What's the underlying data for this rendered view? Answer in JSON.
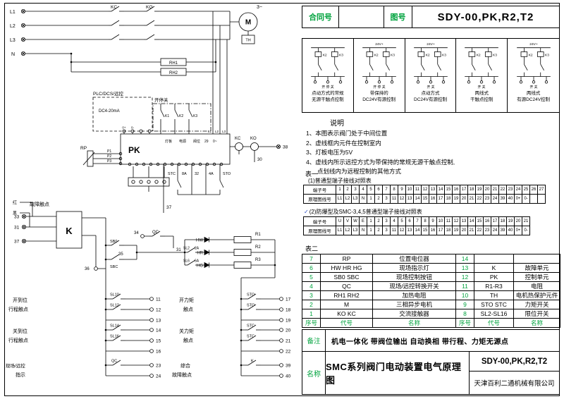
{
  "colors": {
    "green": "#00a33e",
    "check_blue": "#2b50c8",
    "line": "#000000"
  },
  "header": {
    "contract": "合同号",
    "contract_value": "",
    "tuhao": "图号",
    "dwg": "SDY-00,PK,R2,T2"
  },
  "modes": {
    "cols": [
      {
        "r1": "K2",
        "r2": "K3",
        "supply": "",
        "btn": "开 停 关",
        "c1": "点动方式的常规",
        "c2": "无源干触点控制"
      },
      {
        "r1": "K2",
        "r2": "K3",
        "supply": "24V+",
        "btn": "开 停 关",
        "c1": "带保持的",
        "c2": "DC24V有源控制"
      },
      {
        "r1": "K2",
        "r2": "K3",
        "supply": "24V+",
        "btn": "开 关",
        "c1": "点动方式",
        "c2": "DC24V有源控制"
      },
      {
        "r1": "K2",
        "r2": "K3",
        "supply": "",
        "btn": "开 关",
        "c1": "两线式",
        "c2": "干触点控制"
      },
      {
        "r1": "K2",
        "r2": "K3",
        "supply": "24V+",
        "btn": "开 关",
        "c1": "两线式",
        "c2": "有源DC24V控制"
      }
    ]
  },
  "notes": {
    "title": "说明",
    "lines": [
      "1、本图表示阀门处于中间位置",
      "2、虚线框内元件在控制室内",
      "3、灯板电压为5V",
      "4、虚线内所示远控方式为带保持的常规无源干触点控制,",
      "点划线内为远程控制的其他方式"
    ]
  },
  "table1": {
    "label": "表一",
    "capA": "(1)普通型端子接线对照表",
    "check": "✓",
    "capB": "(2)防爆型及SMC-3,4,5普通型端子接线对照表",
    "tableA": [
      [
        "端子号",
        "1",
        "2",
        "3",
        "4",
        "5",
        "6",
        "7",
        "8",
        "9",
        "10",
        "11",
        "12",
        "13",
        "14",
        "15",
        "16",
        "17",
        "18",
        "19",
        "20",
        "21",
        "22",
        "23",
        "24",
        "25",
        "26",
        "27"
      ],
      [
        "原理图线号",
        "L1",
        "L2",
        "L3",
        "N",
        "1",
        "2",
        "3",
        "11",
        "12",
        "13",
        "14",
        "15",
        "16",
        "17",
        "18",
        "19",
        "20",
        "21",
        "22",
        "23",
        "24",
        "39",
        "40",
        "0+",
        "0-",
        "",
        ""
      ]
    ],
    "tableB": [
      [
        "端子号",
        "U",
        "V",
        "W",
        "E",
        "1",
        "2",
        "3",
        "4",
        "5",
        "6",
        "7",
        "8",
        "9",
        "10",
        "11",
        "12",
        "13",
        "14",
        "15",
        "16",
        "17",
        "18",
        "19",
        "20",
        "21"
      ],
      [
        "原理图线号",
        "L1",
        "L2",
        "L3",
        "N",
        "1",
        "2",
        "3",
        "11",
        "12",
        "13",
        "14",
        "15",
        "16",
        "17",
        "18",
        "19",
        "20",
        "21",
        "22",
        "23",
        "24",
        "39",
        "40",
        "0+",
        "0-"
      ]
    ]
  },
  "table2": {
    "label": "表二",
    "rows": [
      [
        "7",
        "RP",
        "位置电位器",
        "14",
        "",
        ""
      ],
      [
        "6",
        "HW HR HG",
        "现场指示灯",
        "13",
        "K",
        "故障单元"
      ],
      [
        "5",
        "SB0 SBC",
        "现场控制按钮",
        "12",
        "PK",
        "控制单元"
      ],
      [
        "4",
        "QC",
        "现场/远控转换开关",
        "11",
        "R1-R3",
        "电阻"
      ],
      [
        "3",
        "RH1 RH2",
        "加热电阻",
        "10",
        "TH",
        "电机热保护元件"
      ],
      [
        "2",
        "M",
        "三相异步电机",
        "9",
        "STO STC",
        "力矩开关"
      ],
      [
        "1",
        "KO KC",
        "交流接触器",
        "8",
        "SL2-SL16",
        "限位开关"
      ],
      [
        "序号",
        "代号",
        "名称",
        "序号",
        "代号",
        "名称"
      ]
    ]
  },
  "remarks": {
    "label": "备注",
    "text": "机电一体化 带阀位输出 自动换相 带行程、力矩无源点"
  },
  "titleblock": {
    "label": "名称",
    "title": "SMC系列阀门电动装置电气原理图",
    "drawing_no": "SDY-00,PK,R2,T2",
    "company": "天津百利二通机械有限公司"
  },
  "sch": {
    "L1": "L1",
    "L2": "L2",
    "L3": "L3",
    "N": "N",
    "KC": "KC",
    "KO": "KO",
    "phase": "3~",
    "M": "M",
    "TH": "TH",
    "RH1": "RH1",
    "RH2": "RH2",
    "plc": "PLC/DCS/远控",
    "dc420": "DC4-20mA",
    "ksg": "开停关",
    "K1": "K1",
    "K2": "K2",
    "K3": "K3",
    "pL1": "L1",
    "pL2": "L2",
    "pL3": "L3",
    "zp": "0+",
    "zm": "0-",
    "PK": "PK",
    "dengban": "灯板",
    "dianyuan": "电源",
    "fawei": "阀位",
    "n29": "29",
    "n0t": "0~",
    "RP": "RP",
    "P1": "P1",
    "P2": "P2",
    "P3": "P3",
    "cKC": "KC",
    "cKO": "KO",
    "n38": "38",
    "n30": "30",
    "STC": "STC",
    "a8": "8A",
    "n32": "32",
    "a4": "4A",
    "STO": "STO",
    "n37": "37",
    "fault_title": "故障触点",
    "red": "红",
    "black": "黑",
    "K": "K",
    "n33": "33",
    "n31": "31",
    "n37b": "37",
    "n34": "34",
    "QC": "QC",
    "n31b": "31",
    "SB0": "SB0",
    "n35": "35",
    "SBC": "SBC",
    "n36": "36",
    "HW": "HW",
    "HR": "HR",
    "HG": "HG",
    "R1": "R1",
    "R2": "R2",
    "R3": "R3",
    "SL2": "SL2",
    "a2": "2A",
    "SL6": "SL6",
    "a6": "6A",
    "g1a": "开到位",
    "g1b": "行程触点",
    "SL10": "SL10",
    "SL12": "SL12",
    "t11": "11",
    "t12": "12",
    "t13": "13",
    "g2a": "关到位",
    "g2b": "行程触点",
    "SL14": "SL14",
    "SL16": "SL16",
    "t14": "14",
    "t15": "15",
    "t16": "16",
    "g3a": "现场/远控",
    "g3b": "指示",
    "gQC": "QC",
    "t23": "23",
    "t24": "24",
    "g4a": "开力矩",
    "g4b": "触点",
    "gSTO1": "STO",
    "gSTO2": "STO",
    "t17": "17",
    "t18": "18",
    "t19": "19",
    "g5a": "关力矩",
    "g5b": "触点",
    "gSTC1": "STC",
    "gSTC2": "STC",
    "t20": "20",
    "t21": "21",
    "t22": "22",
    "g6a": "综合",
    "g6b": "故障触点",
    "gK": "K",
    "t39": "39",
    "t40": "40"
  }
}
